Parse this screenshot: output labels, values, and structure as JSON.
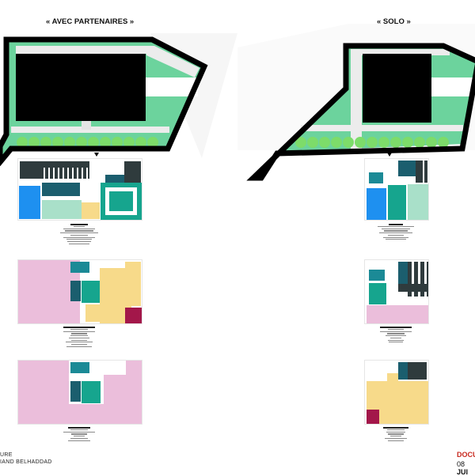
{
  "headings": {
    "left": "« AVEC PARTENAIRES »",
    "right": "« SOLO »"
  },
  "footer": {
    "left_line1": "URE",
    "left_line2": "IAND BELHADDAD",
    "right_label": "DOCU",
    "right_date_prefix": "08",
    "right_date": "JUI"
  },
  "colors": {
    "landscape_green": "#6cd39d",
    "tree_green": "#7ddc6a",
    "building": "#000000",
    "circulation_dark": "#2f3b3d",
    "blue": "#1e90f0",
    "teal": "#16a58e",
    "dark_teal": "#1b5e6e",
    "mint": "#a9e0c9",
    "yellow": "#f7da8a",
    "pink": "#ebbedb",
    "magenta": "#a3174a",
    "accent_red": "#c8281e"
  }
}
